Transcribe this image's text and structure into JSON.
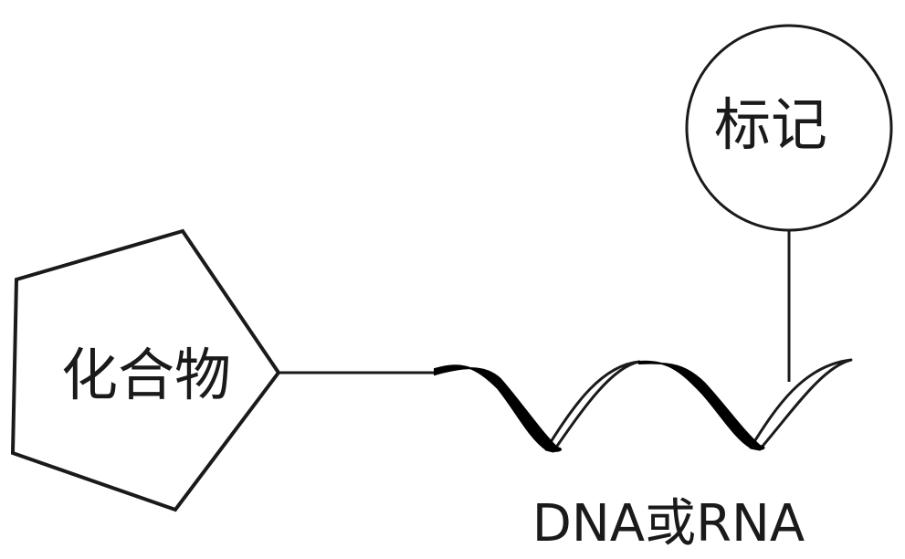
{
  "diagram": {
    "compound": {
      "label": "化合物",
      "shape": "pentagon"
    },
    "label_node": {
      "label": "标记",
      "shape": "circle"
    },
    "strand": {
      "label": "DNA或RNA",
      "shape": "helix-ribbon"
    },
    "connections": [
      {
        "from": "compound",
        "to": "strand",
        "type": "line"
      },
      {
        "from": "label_node",
        "to": "strand",
        "type": "line"
      }
    ],
    "colors": {
      "stroke": "#1a1a1a",
      "fill": "#ffffff",
      "ribbon_dark": "#000000"
    }
  }
}
